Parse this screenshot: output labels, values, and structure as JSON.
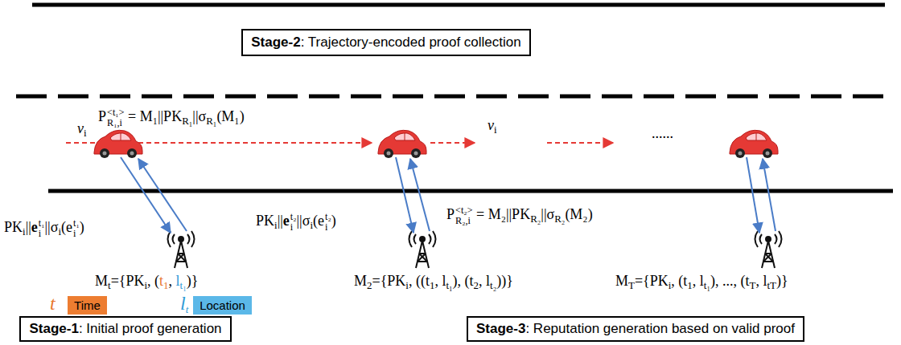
{
  "diagram": {
    "nodes": [
      {
        "text": [
          "Stage-2",
          ": Trajectory-encoded proof collection"
        ]
      },
      {
        "text": [
          "Time"
        ]
      },
      {
        "text": [
          "Location"
        ]
      },
      {
        "text": [
          "Stage-1",
          ": Initial proof generation"
        ]
      },
      {
        "text": [
          "Stage-3",
          ": Reputation generation based on valid proof"
        ]
      }
    ],
    "labels": [
      "P",
      "<t₁>",
      "R₁,i",
      " = M₁||PK",
      "R₁",
      "||σ",
      "R₁",
      "(M₁)",
      "v",
      "i",
      "PK",
      "i",
      "||",
      "e",
      "t₁",
      "i",
      "||σ",
      "i",
      "(e",
      "t₁",
      "i",
      ")",
      "M",
      "t",
      "={PK",
      "i",
      ", (",
      "t",
      "1",
      ", ",
      "l",
      "t₁",
      ")}",
      "t",
      "l",
      "t",
      "PK",
      "i",
      "||",
      "e",
      "t₂",
      "i",
      "||σ",
      "i",
      "(e",
      "t₂",
      "i",
      ")",
      "v",
      "i",
      "P",
      "<t₂>",
      "R₂,i",
      " = M₂||PK",
      "R₂",
      "||σ",
      "R₂",
      "(M₂)",
      "M",
      "2",
      "={PK",
      "i",
      ", ((t",
      "1",
      ", l",
      "t₁",
      "), (t",
      "2",
      ", l",
      "t₂",
      "))}",
      "......",
      "M",
      "T",
      "={PK",
      "i",
      ", (t",
      "1",
      ", l",
      "t₁",
      "), ..., (t",
      "T",
      ", l",
      "tT",
      ")}"
    ]
  }
}
